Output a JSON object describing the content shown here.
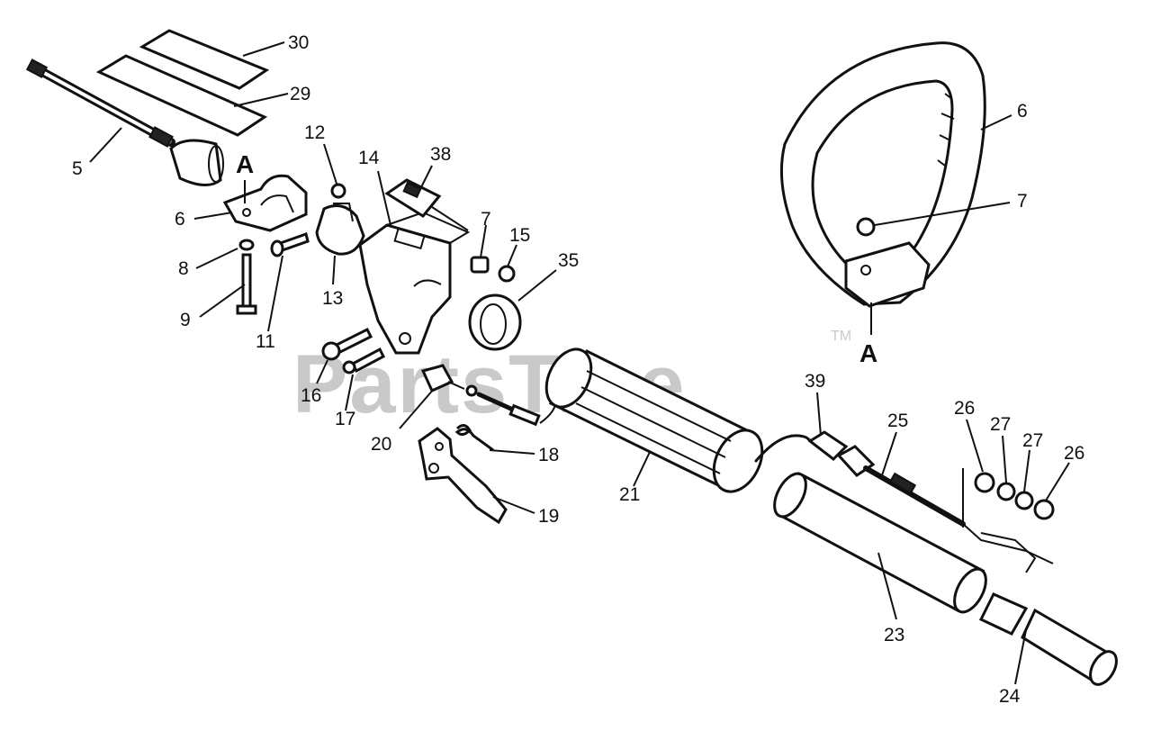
{
  "watermark": {
    "text": "PartsTree",
    "tm": "TM"
  },
  "markers": {
    "a_left": "A",
    "a_right": "A"
  },
  "callouts": {
    "p30": "30",
    "p29": "29",
    "p5": "5",
    "p6a": "6",
    "p6b": "6",
    "p8": "8",
    "p9": "9",
    "p11": "11",
    "p12": "12",
    "p13": "13",
    "p14": "14",
    "p38": "38",
    "p7a": "7",
    "p7b": "7",
    "p15": "15",
    "p35": "35",
    "p16": "16",
    "p17": "17",
    "p20": "20",
    "p18": "18",
    "p19": "19",
    "p21": "21",
    "p39": "39",
    "p25": "25",
    "p26a": "26",
    "p27a": "27",
    "p27b": "27",
    "p26b": "26",
    "p23": "23",
    "p24": "24"
  }
}
